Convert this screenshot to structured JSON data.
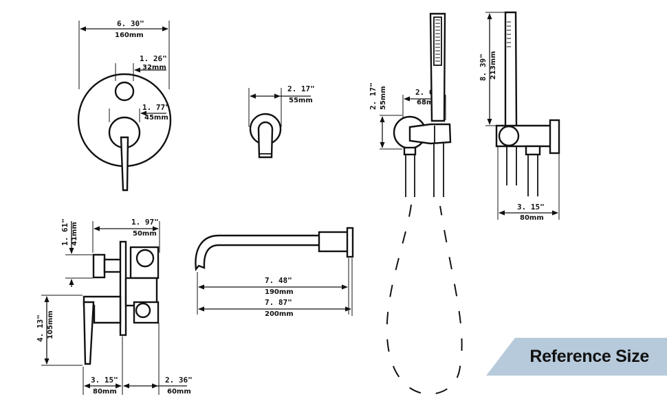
{
  "dimensions": {
    "valve_plate_width": {
      "inch": "6. 30\"",
      "mm": "160mm"
    },
    "diverter_knob": {
      "inch": "1. 26\"",
      "mm": "32mm"
    },
    "handle_hub": {
      "inch": "1. 77\"",
      "mm": "45mm"
    },
    "water_outlet": {
      "inch": "2. 17\"",
      "mm": "55mm"
    },
    "holder_height": {
      "inch": "2. 17\"",
      "mm": "55mm"
    },
    "holder_width": {
      "inch": "2. 68\"",
      "mm": "68mm"
    },
    "handshower_length": {
      "inch": "8. 39\"",
      "mm": "213mm"
    },
    "holder_depth": {
      "inch": "3. 15\"",
      "mm": "80mm"
    },
    "side_knob_offset": {
      "inch": "1. 61\"",
      "mm": "41mm"
    },
    "side_knob_depth": {
      "inch": "1. 97\"",
      "mm": "50mm"
    },
    "side_handle_height": {
      "inch": "4. 13\"",
      "mm": "105mm"
    },
    "side_front_depth": {
      "inch": "3. 15\"",
      "mm": "80mm"
    },
    "side_back_depth": {
      "inch": "2. 36\"",
      "mm": "60mm"
    },
    "spout_reach": {
      "inch": "7. 48\"",
      "mm": "190mm"
    },
    "spout_total": {
      "inch": "7. 87\"",
      "mm": "200mm"
    }
  },
  "badge": {
    "label": "Reference Size",
    "color": "#b7cadb"
  },
  "colors": {
    "line": "#111111",
    "background": "#ffffff"
  }
}
